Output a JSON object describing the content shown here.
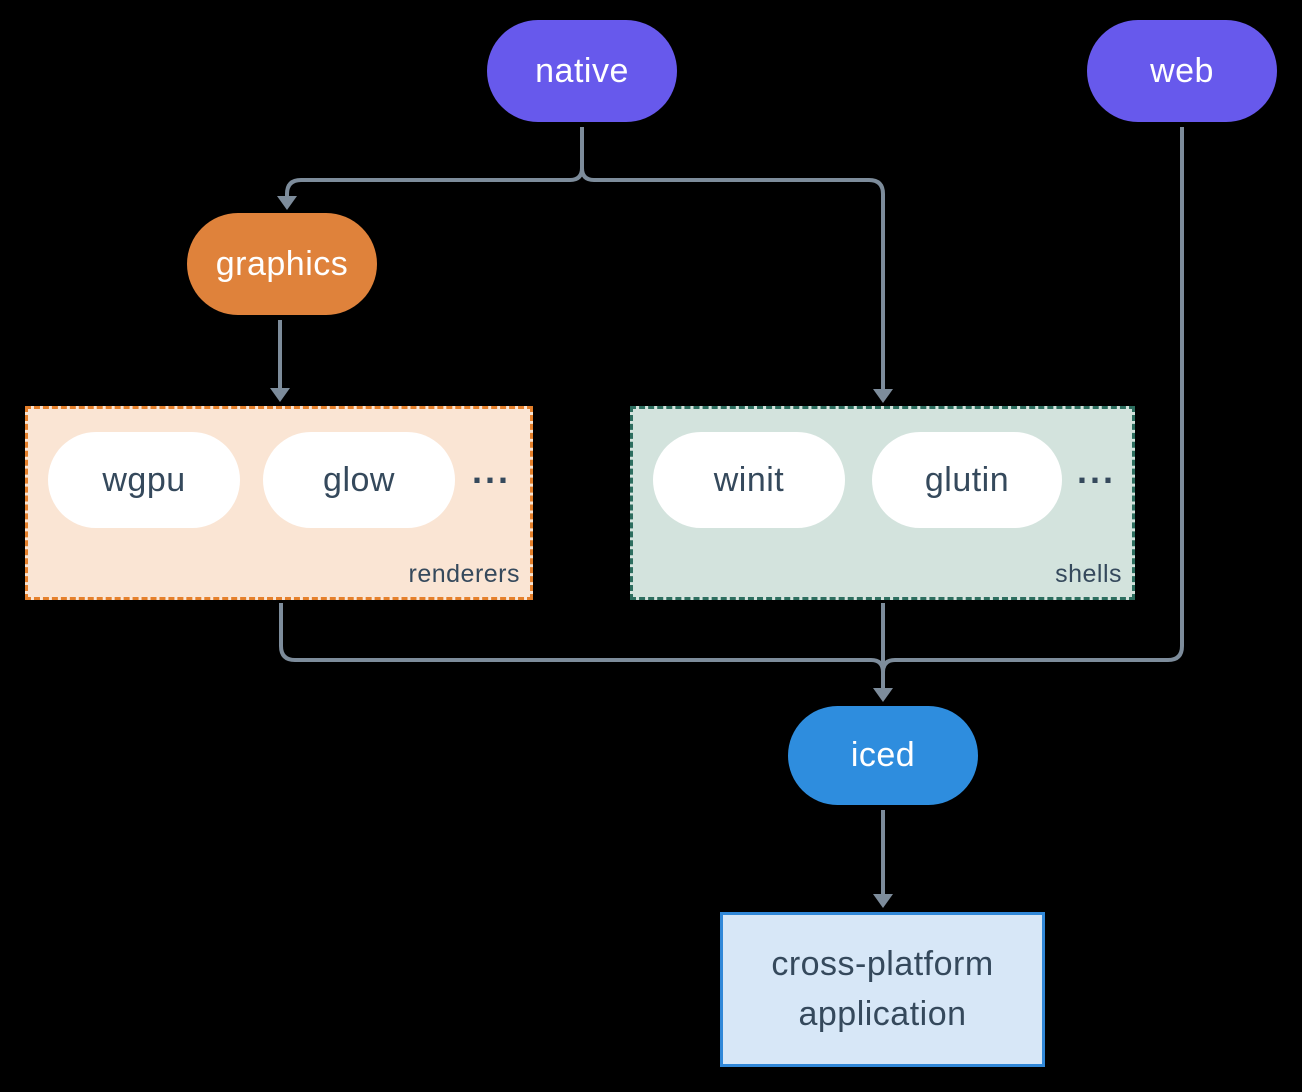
{
  "diagram": {
    "background": "#000000",
    "connector_color": "#7D8C9B",
    "text_dark": "#35495C",
    "text_light": "#FFFFFF",
    "nodes": {
      "native": {
        "label": "native",
        "color": "#6759EC"
      },
      "web": {
        "label": "web",
        "color": "#6759EC"
      },
      "graphics": {
        "label": "graphics",
        "color": "#DF823B"
      },
      "iced": {
        "label": "iced",
        "color": "#2E8DDE"
      },
      "application": {
        "line1": "cross-platform",
        "line2": "application",
        "fill": "#D7E7F7",
        "border": "#3188D8"
      }
    },
    "groups": {
      "renderers": {
        "label": "renderers",
        "pills": [
          "wgpu",
          "glow"
        ],
        "ellipsis": "...",
        "fill": "#FAE5D4",
        "border": "#E5802B"
      },
      "shells": {
        "label": "shells",
        "pills": [
          "winit",
          "glutin"
        ],
        "ellipsis": "...",
        "fill": "#D3E3DD",
        "border": "#2D6E5F"
      }
    }
  }
}
